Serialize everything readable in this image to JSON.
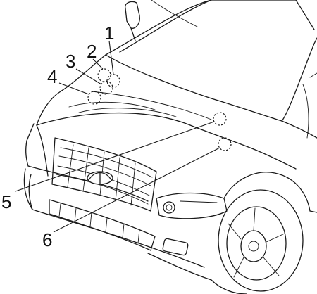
{
  "callouts": [
    {
      "id": "1",
      "label": "1"
    },
    {
      "id": "2",
      "label": "2"
    },
    {
      "id": "3",
      "label": "3"
    },
    {
      "id": "4",
      "label": "4"
    },
    {
      "id": "5",
      "label": "5"
    },
    {
      "id": "6",
      "label": "6"
    }
  ],
  "colors": {
    "line": "#1a1a1a",
    "background": "#ffffff"
  },
  "emblem": "infiniti-logo-icon"
}
